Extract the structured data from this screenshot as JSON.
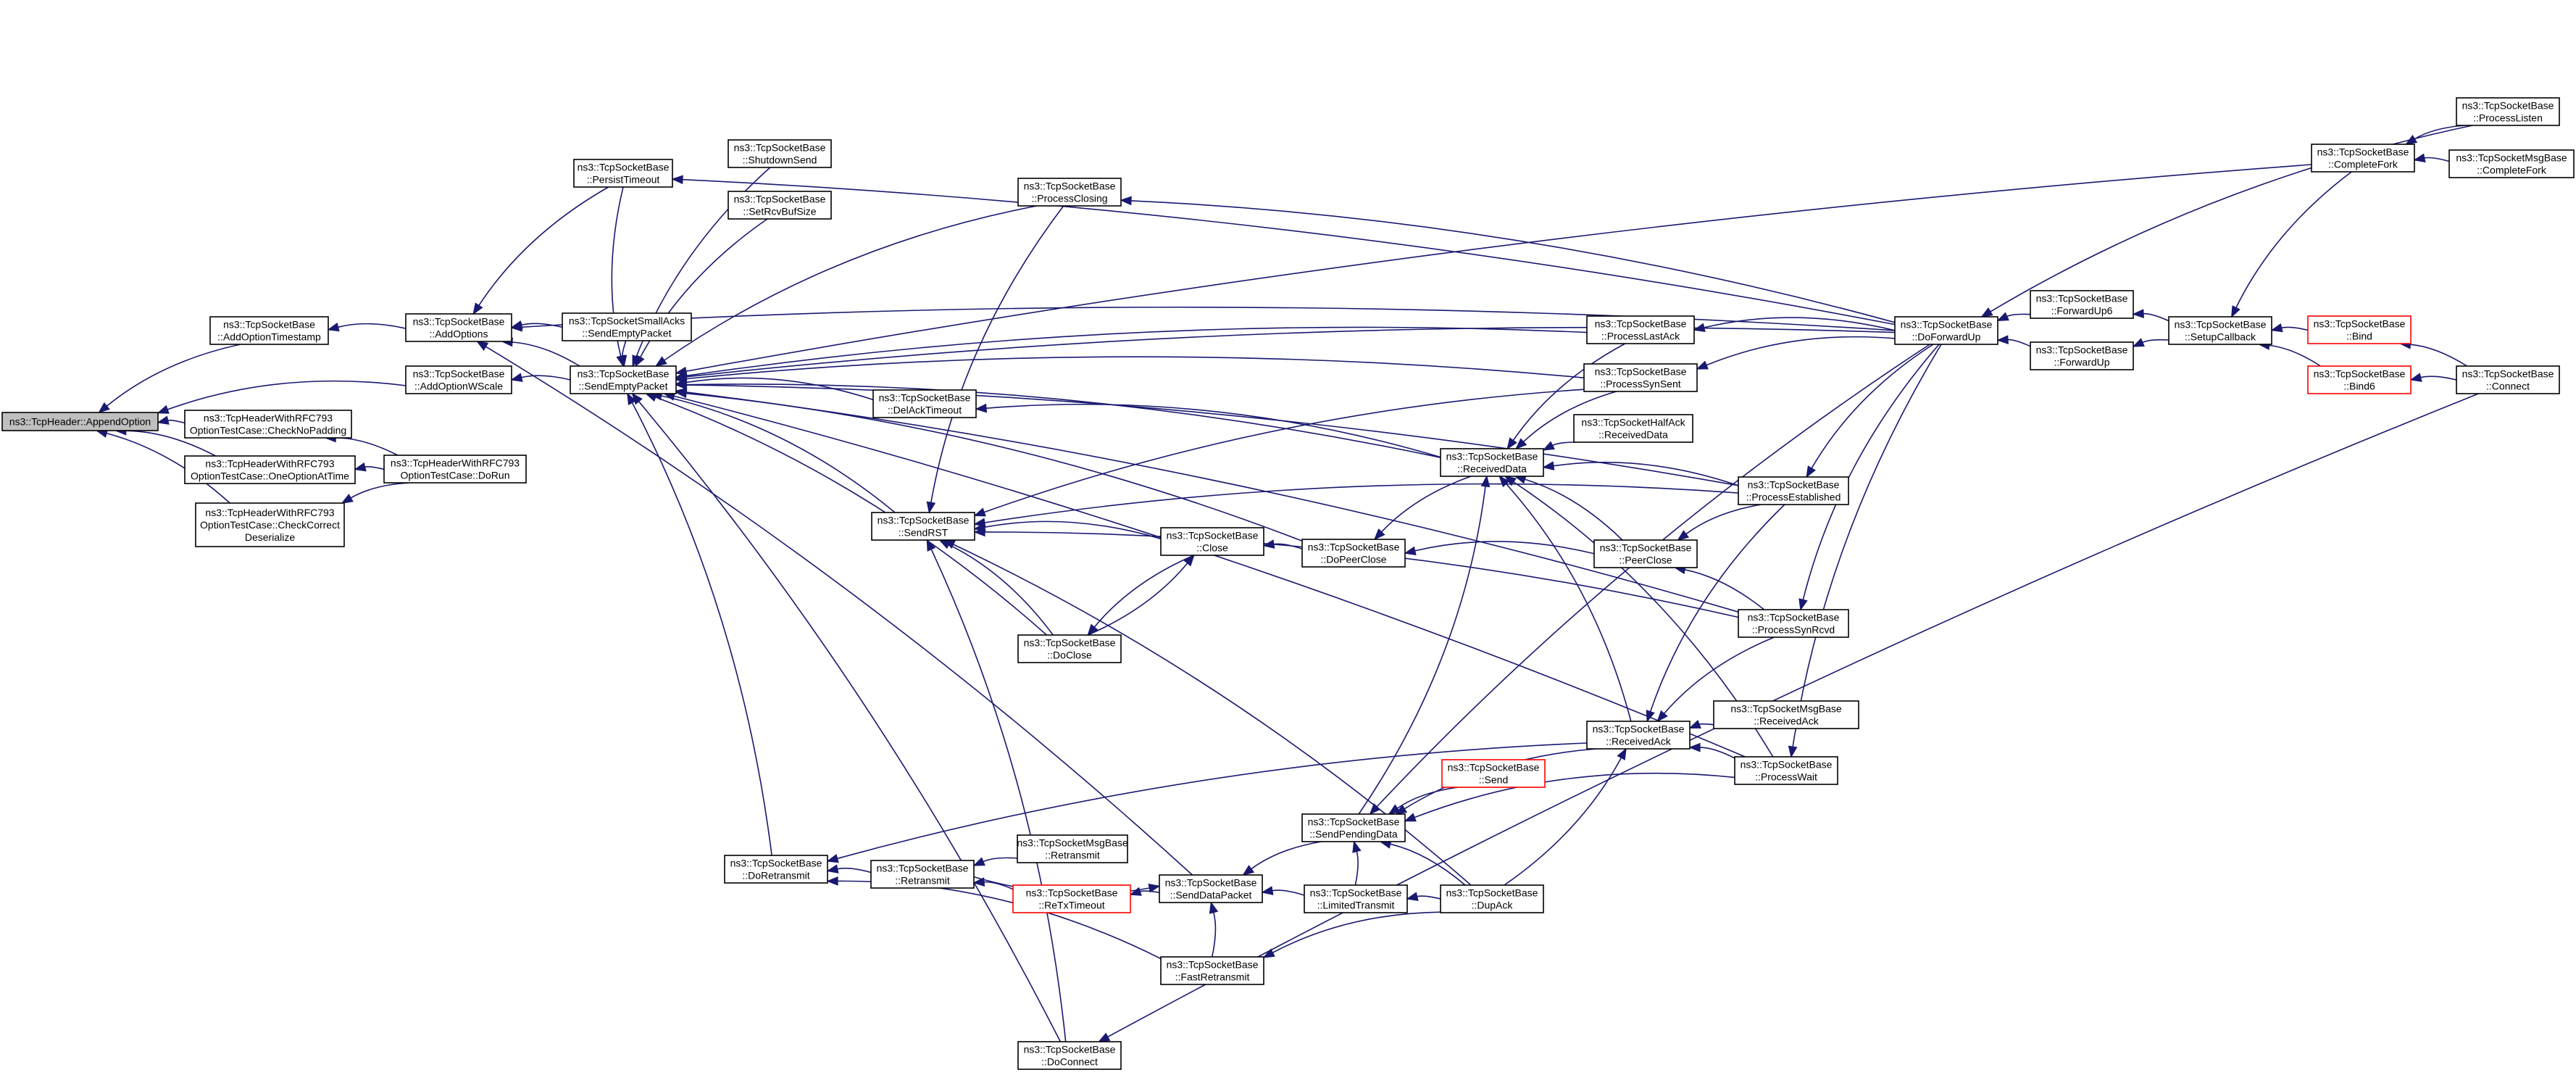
{
  "graph": {
    "edge_color": "#191970",
    "highlight_color": "#ff0000",
    "root_fill": "#bfbfbf",
    "nodes": [
      {
        "id": "root",
        "lines": [
          "ns3::TcpHeader::AppendOption"
        ],
        "root": true
      },
      {
        "id": "aots",
        "lines": [
          "ns3::TcpSocketBase",
          "::AddOptionTimestamp"
        ]
      },
      {
        "id": "aows",
        "lines": [
          "ns3::TcpSocketBase",
          "::AddOptionWScale"
        ]
      },
      {
        "id": "cnp",
        "lines": [
          "ns3::TcpHeaderWithRFC793",
          "OptionTestCase::CheckNoPadding"
        ]
      },
      {
        "id": "ooat",
        "lines": [
          "ns3::TcpHeaderWithRFC793",
          "OptionTestCase::OneOptionAtTime"
        ]
      },
      {
        "id": "ccd",
        "lines": [
          "ns3::TcpHeaderWithRFC793",
          "OptionTestCase::CheckCorrect",
          "Deserialize"
        ]
      },
      {
        "id": "dorun",
        "lines": [
          "ns3::TcpHeaderWithRFC793",
          "OptionTestCase::DoRun"
        ]
      },
      {
        "id": "addopt",
        "lines": [
          "ns3::TcpSocketBase",
          "::AddOptions"
        ]
      },
      {
        "id": "sep",
        "lines": [
          "ns3::TcpSocketBase",
          "::SendEmptyPacket"
        ]
      },
      {
        "id": "smsep",
        "lines": [
          "ns3::TcpSocketSmallAcks",
          "::SendEmptyPacket"
        ]
      },
      {
        "id": "pt",
        "lines": [
          "ns3::TcpSocketBase",
          "::PersistTimeout"
        ]
      },
      {
        "id": "ss",
        "lines": [
          "ns3::TcpSocketBase",
          "::ShutdownSend"
        ]
      },
      {
        "id": "srbs",
        "lines": [
          "ns3::TcpSocketBase",
          "::SetRcvBufSize"
        ]
      },
      {
        "id": "dat",
        "lines": [
          "ns3::TcpSocketBase",
          "::DelAckTimeout"
        ]
      },
      {
        "id": "pclosing",
        "lines": [
          "ns3::TcpSocketBase",
          "::ProcessClosing"
        ]
      },
      {
        "id": "srst",
        "lines": [
          "ns3::TcpSocketBase",
          "::SendRST"
        ]
      },
      {
        "id": "close",
        "lines": [
          "ns3::TcpSocketBase",
          "::Close"
        ]
      },
      {
        "id": "doclose",
        "lines": [
          "ns3::TcpSocketBase",
          "::DoClose"
        ]
      },
      {
        "id": "dpc",
        "lines": [
          "ns3::TcpSocketBase",
          "::DoPeerClose"
        ]
      },
      {
        "id": "rd",
        "lines": [
          "ns3::TcpSocketBase",
          "::ReceivedData"
        ]
      },
      {
        "id": "hard",
        "lines": [
          "ns3::TcpSocketHalfAck",
          "::ReceivedData"
        ]
      },
      {
        "id": "pla",
        "lines": [
          "ns3::TcpSocketBase",
          "::ProcessLastAck"
        ]
      },
      {
        "id": "pss",
        "lines": [
          "ns3::TcpSocketBase",
          "::ProcessSynSent"
        ]
      },
      {
        "id": "pclose",
        "lines": [
          "ns3::TcpSocketBase",
          "::PeerClose"
        ]
      },
      {
        "id": "pest",
        "lines": [
          "ns3::TcpSocketBase",
          "::ProcessEstablished"
        ]
      },
      {
        "id": "psr",
        "lines": [
          "ns3::TcpSocketBase",
          "::ProcessSynRcvd"
        ]
      },
      {
        "id": "ra",
        "lines": [
          "ns3::TcpSocketBase",
          "::ReceivedAck"
        ]
      },
      {
        "id": "mra",
        "lines": [
          "ns3::TcpSocketMsgBase",
          "::ReceivedAck"
        ]
      },
      {
        "id": "pw",
        "lines": [
          "ns3::TcpSocketBase",
          "::ProcessWait"
        ]
      },
      {
        "id": "send",
        "lines": [
          "ns3::TcpSocketBase",
          "::Send"
        ],
        "red": true
      },
      {
        "id": "spd",
        "lines": [
          "ns3::TcpSocketBase",
          "::SendPendingData"
        ]
      },
      {
        "id": "dretx",
        "lines": [
          "ns3::TcpSocketBase",
          "::DoRetransmit"
        ]
      },
      {
        "id": "retx",
        "lines": [
          "ns3::TcpSocketBase",
          "::Retransmit"
        ]
      },
      {
        "id": "mretx",
        "lines": [
          "ns3::TcpSocketMsgBase",
          "::Retransmit"
        ]
      },
      {
        "id": "rto",
        "lines": [
          "ns3::TcpSocketBase",
          "::ReTxTimeout"
        ],
        "red": true
      },
      {
        "id": "sdp",
        "lines": [
          "ns3::TcpSocketBase",
          "::SendDataPacket"
        ]
      },
      {
        "id": "lt",
        "lines": [
          "ns3::TcpSocketBase",
          "::LimitedTransmit"
        ]
      },
      {
        "id": "dupack",
        "lines": [
          "ns3::TcpSocketBase",
          "::DupAck"
        ]
      },
      {
        "id": "fr",
        "lines": [
          "ns3::TcpSocketBase",
          "::FastRetransmit"
        ]
      },
      {
        "id": "dc",
        "lines": [
          "ns3::TcpSocketBase",
          "::DoConnect"
        ]
      },
      {
        "id": "dfu",
        "lines": [
          "ns3::TcpSocketBase",
          "::DoForwardUp"
        ]
      },
      {
        "id": "fu6",
        "lines": [
          "ns3::TcpSocketBase",
          "::ForwardUp6"
        ]
      },
      {
        "id": "fu",
        "lines": [
          "ns3::TcpSocketBase",
          "::ForwardUp"
        ]
      },
      {
        "id": "scb",
        "lines": [
          "ns3::TcpSocketBase",
          "::SetupCallback"
        ]
      },
      {
        "id": "cf",
        "lines": [
          "ns3::TcpSocketBase",
          "::CompleteFork"
        ]
      },
      {
        "id": "pl",
        "lines": [
          "ns3::TcpSocketBase",
          "::ProcessListen"
        ]
      },
      {
        "id": "mcf",
        "lines": [
          "ns3::TcpSocketMsgBase",
          "::CompleteFork"
        ]
      },
      {
        "id": "bind",
        "lines": [
          "ns3::TcpSocketBase",
          "::Bind"
        ],
        "red": true
      },
      {
        "id": "bind6",
        "lines": [
          "ns3::TcpSocketBase",
          "::Bind6"
        ],
        "red": true
      },
      {
        "id": "connect",
        "lines": [
          "ns3::TcpSocketBase",
          "::Connect"
        ]
      }
    ],
    "edges": [
      [
        "aots",
        "root"
      ],
      [
        "aows",
        "root"
      ],
      [
        "cnp",
        "root"
      ],
      [
        "ooat",
        "root"
      ],
      [
        "ccd",
        "root"
      ],
      [
        "dorun",
        "cnp"
      ],
      [
        "dorun",
        "ooat"
      ],
      [
        "dorun",
        "ccd"
      ],
      [
        "addopt",
        "aots"
      ],
      [
        "sep",
        "aows"
      ],
      [
        "sep",
        "addopt"
      ],
      [
        "smsep",
        "addopt"
      ],
      [
        "pt",
        "addopt"
      ],
      [
        "dfu",
        "addopt"
      ],
      [
        "sdp",
        "addopt"
      ],
      [
        "smsep",
        "sep"
      ],
      [
        "ss",
        "sep"
      ],
      [
        "srbs",
        "sep"
      ],
      [
        "pclosing",
        "sep"
      ],
      [
        "dat",
        "sep"
      ],
      [
        "srst",
        "sep"
      ],
      [
        "doclose",
        "sep"
      ],
      [
        "dpc",
        "sep"
      ],
      [
        "rd",
        "sep"
      ],
      [
        "pla",
        "sep"
      ],
      [
        "pss",
        "sep"
      ],
      [
        "pest",
        "sep"
      ],
      [
        "psr",
        "sep"
      ],
      [
        "pw",
        "sep"
      ],
      [
        "dretx",
        "sep"
      ],
      [
        "dc",
        "sep"
      ],
      [
        "pt",
        "sep"
      ],
      [
        "cf",
        "sep"
      ],
      [
        "dfu",
        "sep"
      ],
      [
        "dfu",
        "pt"
      ],
      [
        "rd",
        "dat"
      ],
      [
        "pclosing",
        "srst"
      ],
      [
        "close",
        "srst"
      ],
      [
        "doclose",
        "srst"
      ],
      [
        "pss",
        "srst"
      ],
      [
        "pest",
        "srst"
      ],
      [
        "psr",
        "srst"
      ],
      [
        "dupack",
        "srst"
      ],
      [
        "dc",
        "srst"
      ],
      [
        "doclose",
        "close"
      ],
      [
        "close",
        "doclose"
      ],
      [
        "dpc",
        "close"
      ],
      [
        "pclose",
        "dpc"
      ],
      [
        "rd",
        "dpc"
      ],
      [
        "hard",
        "rd"
      ],
      [
        "pla",
        "rd"
      ],
      [
        "pss",
        "rd"
      ],
      [
        "pclose",
        "rd"
      ],
      [
        "pest",
        "rd"
      ],
      [
        "ra",
        "rd"
      ],
      [
        "pw",
        "rd"
      ],
      [
        "pest",
        "pclose"
      ],
      [
        "psr",
        "pclose"
      ],
      [
        "dfu",
        "pla"
      ],
      [
        "dfu",
        "pss"
      ],
      [
        "dfu",
        "pclosing"
      ],
      [
        "dfu",
        "pest"
      ],
      [
        "dfu",
        "psr"
      ],
      [
        "dfu",
        "pw"
      ],
      [
        "pest",
        "ra"
      ],
      [
        "psr",
        "ra"
      ],
      [
        "pw",
        "ra"
      ],
      [
        "mra",
        "ra"
      ],
      [
        "dupack",
        "ra"
      ],
      [
        "send",
        "spd"
      ],
      [
        "ra",
        "spd"
      ],
      [
        "lt",
        "spd"
      ],
      [
        "dupack",
        "spd"
      ],
      [
        "pw",
        "spd"
      ],
      [
        "dfu",
        "spd"
      ],
      [
        "spd",
        "rd"
      ],
      [
        "dupack",
        "lt"
      ],
      [
        "lt",
        "sdp"
      ],
      [
        "spd",
        "sdp"
      ],
      [
        "fr",
        "sdp"
      ],
      [
        "dupack",
        "fr"
      ],
      [
        "retx",
        "dretx"
      ],
      [
        "fr",
        "dretx"
      ],
      [
        "ra",
        "dretx"
      ],
      [
        "mretx",
        "retx"
      ],
      [
        "rto",
        "retx"
      ],
      [
        "sdp",
        "rto"
      ],
      [
        "retx",
        "sdp"
      ],
      [
        "fu6",
        "dfu"
      ],
      [
        "fu",
        "dfu"
      ],
      [
        "scb",
        "fu6"
      ],
      [
        "scb",
        "fu"
      ],
      [
        "cf",
        "scb"
      ],
      [
        "bind",
        "scb"
      ],
      [
        "bind6",
        "scb"
      ],
      [
        "pl",
        "cf"
      ],
      [
        "mcf",
        "cf"
      ],
      [
        "pl",
        "dfu"
      ],
      [
        "connect",
        "bind"
      ],
      [
        "connect",
        "bind6"
      ],
      [
        "connect",
        "dc"
      ]
    ]
  }
}
